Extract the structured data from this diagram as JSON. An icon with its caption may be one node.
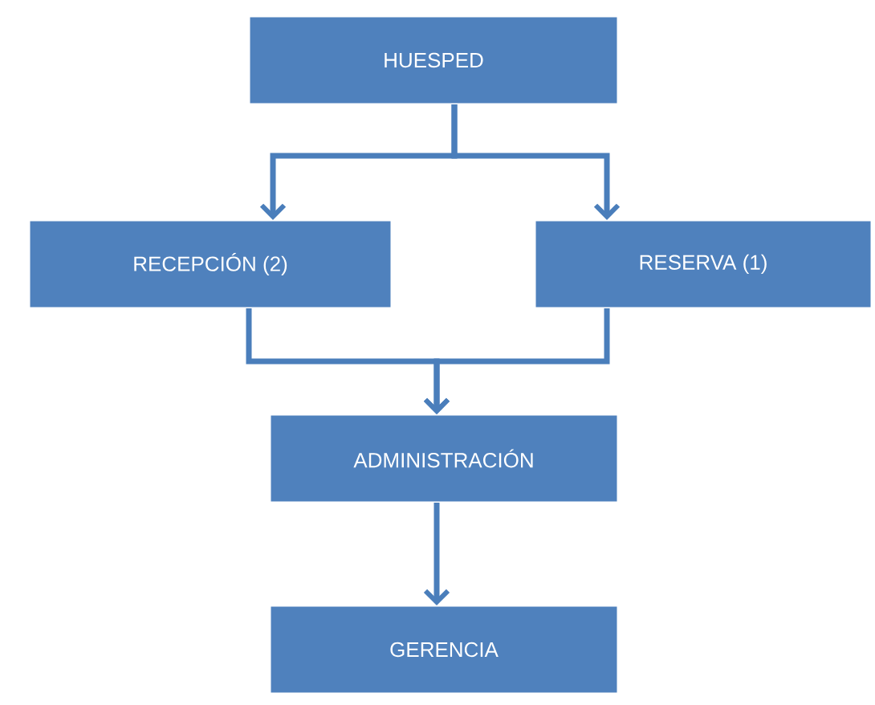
{
  "diagram": {
    "nodes": [
      {
        "text": [
          "HUESPED"
        ]
      },
      {
        "text": [
          "RECEPCIÓN (2)"
        ]
      },
      {
        "text": [
          "RESERVA (1)"
        ]
      },
      {
        "text": [
          "ADMINISTRACIÓN"
        ]
      },
      {
        "text": [
          "GERENCIA"
        ]
      }
    ],
    "edges": [
      {
        "from": 0,
        "to": 1,
        "arrow": "to"
      },
      {
        "from": 0,
        "to": 2,
        "arrow": "to"
      },
      {
        "from": 1,
        "to": 3,
        "arrow": "to"
      },
      {
        "from": 2,
        "to": 3,
        "arrow": "to"
      },
      {
        "from": 3,
        "to": 4,
        "arrow": "to"
      }
    ]
  }
}
